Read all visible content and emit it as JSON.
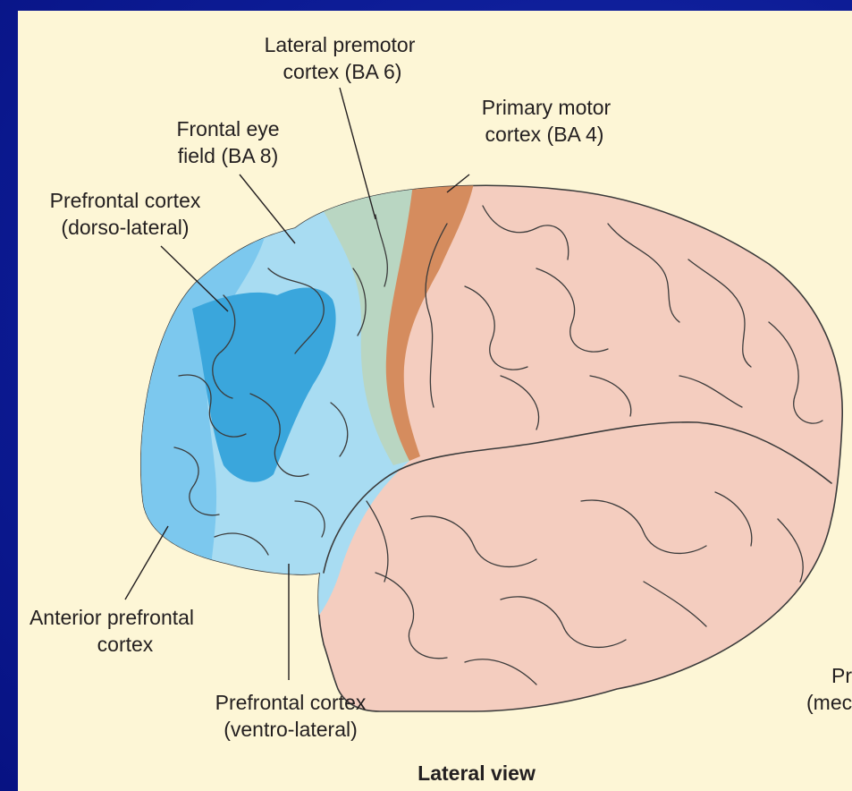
{
  "labels": {
    "lateral_premotor_1": "Lateral premotor",
    "lateral_premotor_2": "cortex (BA 6)",
    "primary_motor_1": "Primary motor",
    "primary_motor_2": "cortex (BA 4)",
    "frontal_eye_1": "Frontal eye",
    "frontal_eye_2": "field (BA 8)",
    "pfc_dorsal_1": "Prefrontal cortex",
    "pfc_dorsal_2": "(dorso-lateral)",
    "anterior_pfc_1": "Anterior prefrontal",
    "anterior_pfc_2": "cortex",
    "pfc_ventral_1": "Prefrontal cortex",
    "pfc_ventral_2": "(ventro-lateral)",
    "pfc_medial_1": "Pre",
    "pfc_medial_2": "(mec",
    "caption": "Lateral view"
  },
  "colors": {
    "slide_background": "#0d1c96",
    "panel_background": "#fdf6d6",
    "prefrontal_light": "#a8dcf2",
    "prefrontal_mid": "#7cc8ee",
    "prefrontal_dark": "#3aa6dc",
    "premotor": "#b9d6c2",
    "primary_motor": "#d58c5e",
    "brain_tissue": "#f4cdbf"
  }
}
